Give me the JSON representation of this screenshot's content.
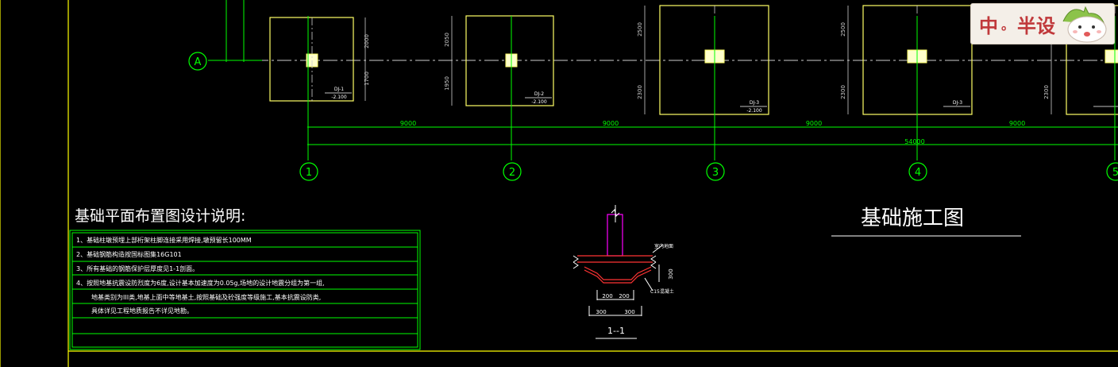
{
  "drawing_title": "基础施工图",
  "notes": {
    "heading": "基础平面布置图设计说明:",
    "lines": [
      "1、基础柱墩预埋上部桁架柱脚连接采用焊接,墩预留长100MM",
      "2、基础钢筋构造按国标图集16G101",
      "3、所有基础的钢筋保护层厚度见1-1剖面。",
      "4、按照地基抗震设防烈度为6度,设计基本加速度为0.05g,场地的设计地震分组为第一组,",
      "地基类别为III类,地基上面中等地基土,按照基础及砼强度等级施工,基本抗震设防类,",
      "具体详见工程地质报告不详见地勘。",
      "",
      ""
    ]
  },
  "axis": {
    "row_label": "A",
    "columns": [
      "1",
      "2",
      "3",
      "4",
      "5"
    ],
    "spans": [
      "9000",
      "9000",
      "9000",
      "9000"
    ],
    "total": "54000"
  },
  "footings": [
    {
      "tag": "DJ-1",
      "elev": "-2.100",
      "dim_top": "2000",
      "dim_bottom": "1700"
    },
    {
      "tag": "DJ-2",
      "elev": "-2.100",
      "dim_top": "2050",
      "dim_bottom": "1950"
    },
    {
      "tag": "DJ-3",
      "elev": "-2.100",
      "dim_top": "2500",
      "dim_bottom": "2300"
    },
    {
      "tag": "DJ-3",
      "elev": "",
      "dim_top": "2500",
      "dim_bottom": "2300"
    },
    {
      "tag": "",
      "elev": "",
      "dim_top": "",
      "dim_bottom": "2300"
    }
  ],
  "section": {
    "title": "1--1",
    "label_top": "室内地面",
    "label_bottom": "C15混凝土",
    "dim_height": "300",
    "dim_inner": [
      "200",
      "200"
    ],
    "dim_outer": [
      "300",
      "300"
    ]
  },
  "ime": {
    "mode": "中",
    "punct": "。",
    "text": "半设"
  },
  "colors": {
    "background": "#000000",
    "frame": "#ffff00",
    "grid": "#00ff00",
    "text": "#ffffff",
    "footing": "#ffff66",
    "dimension": "#cccccc",
    "rebar": "#ff3333",
    "column": "#ff00ff"
  }
}
